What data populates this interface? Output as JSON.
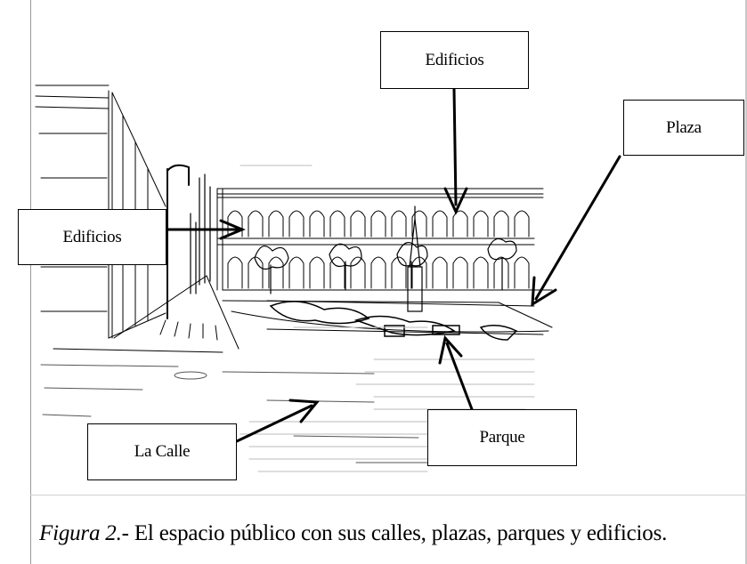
{
  "labels": {
    "edificios_top": "Edificios",
    "edificios_left": "Edificios",
    "plaza": "Plaza",
    "la_calle": "La Calle",
    "parque": "Parque"
  },
  "caption": {
    "figure_label": "Figura 2.",
    "text": "- El espacio público con sus calles, plazas, parques y edificios."
  }
}
